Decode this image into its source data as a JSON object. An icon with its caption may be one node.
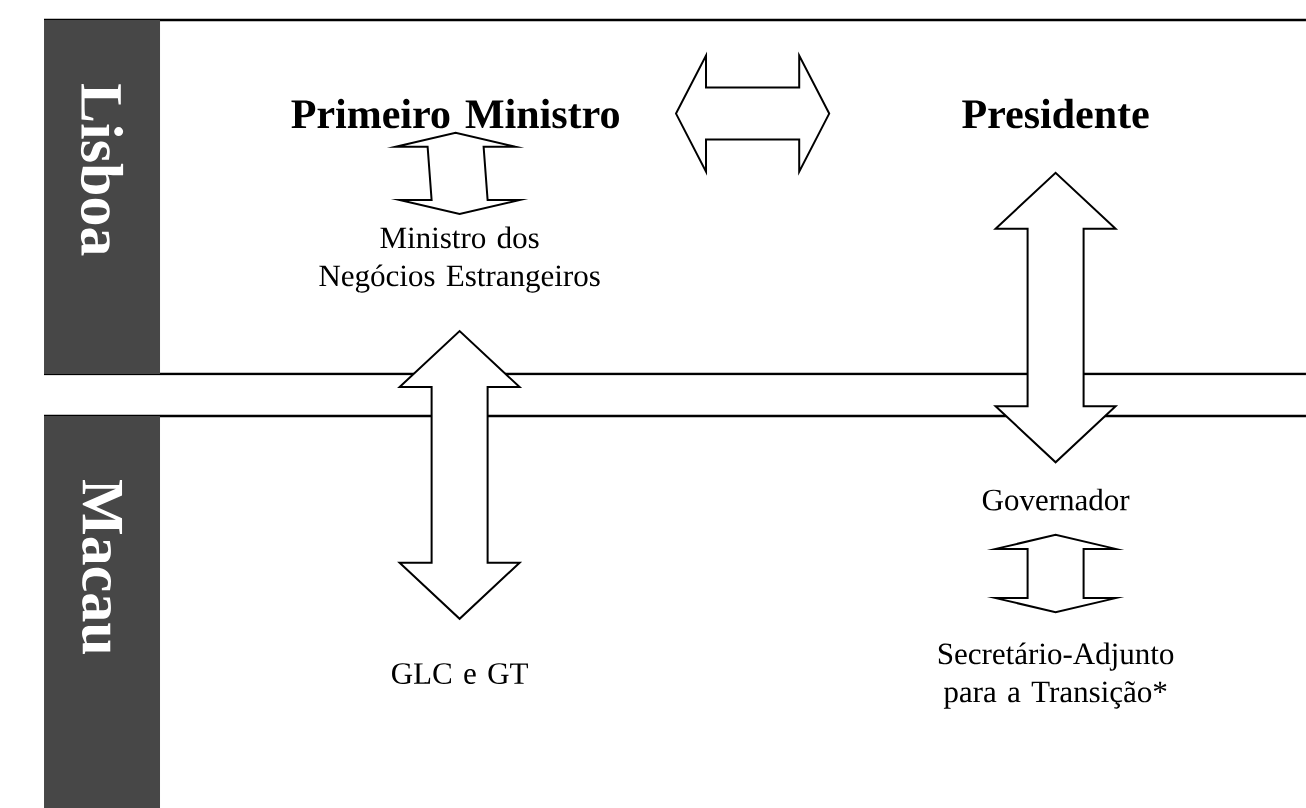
{
  "diagram": {
    "nodes": [
      {
        "text": [
          "Lisboa"
        ]
      },
      {
        "text": [
          "Macau"
        ]
      },
      {
        "text": [
          "Primeiro Ministro"
        ],
        "in": 0
      },
      {
        "text": [
          "Presidente"
        ],
        "in": 0
      },
      {
        "text": [
          "Ministro dos Negócios Estrangeiros"
        ],
        "in": 0
      },
      {
        "text": [
          "Governador"
        ],
        "in": 1
      },
      {
        "text": [
          "GLC e GT"
        ],
        "in": 1
      },
      {
        "text": [
          "Secretário-Adjunto para a Transição*"
        ],
        "in": 1
      }
    ],
    "edges": [
      {
        "from": 2,
        "to": 3,
        "arrow": "both"
      },
      {
        "from": 2,
        "to": 4,
        "arrow": "both"
      },
      {
        "from": 4,
        "to": 6,
        "arrow": "both"
      },
      {
        "from": 3,
        "to": 5,
        "arrow": "both"
      },
      {
        "from": 5,
        "to": 7,
        "arrow": "both"
      }
    ]
  }
}
